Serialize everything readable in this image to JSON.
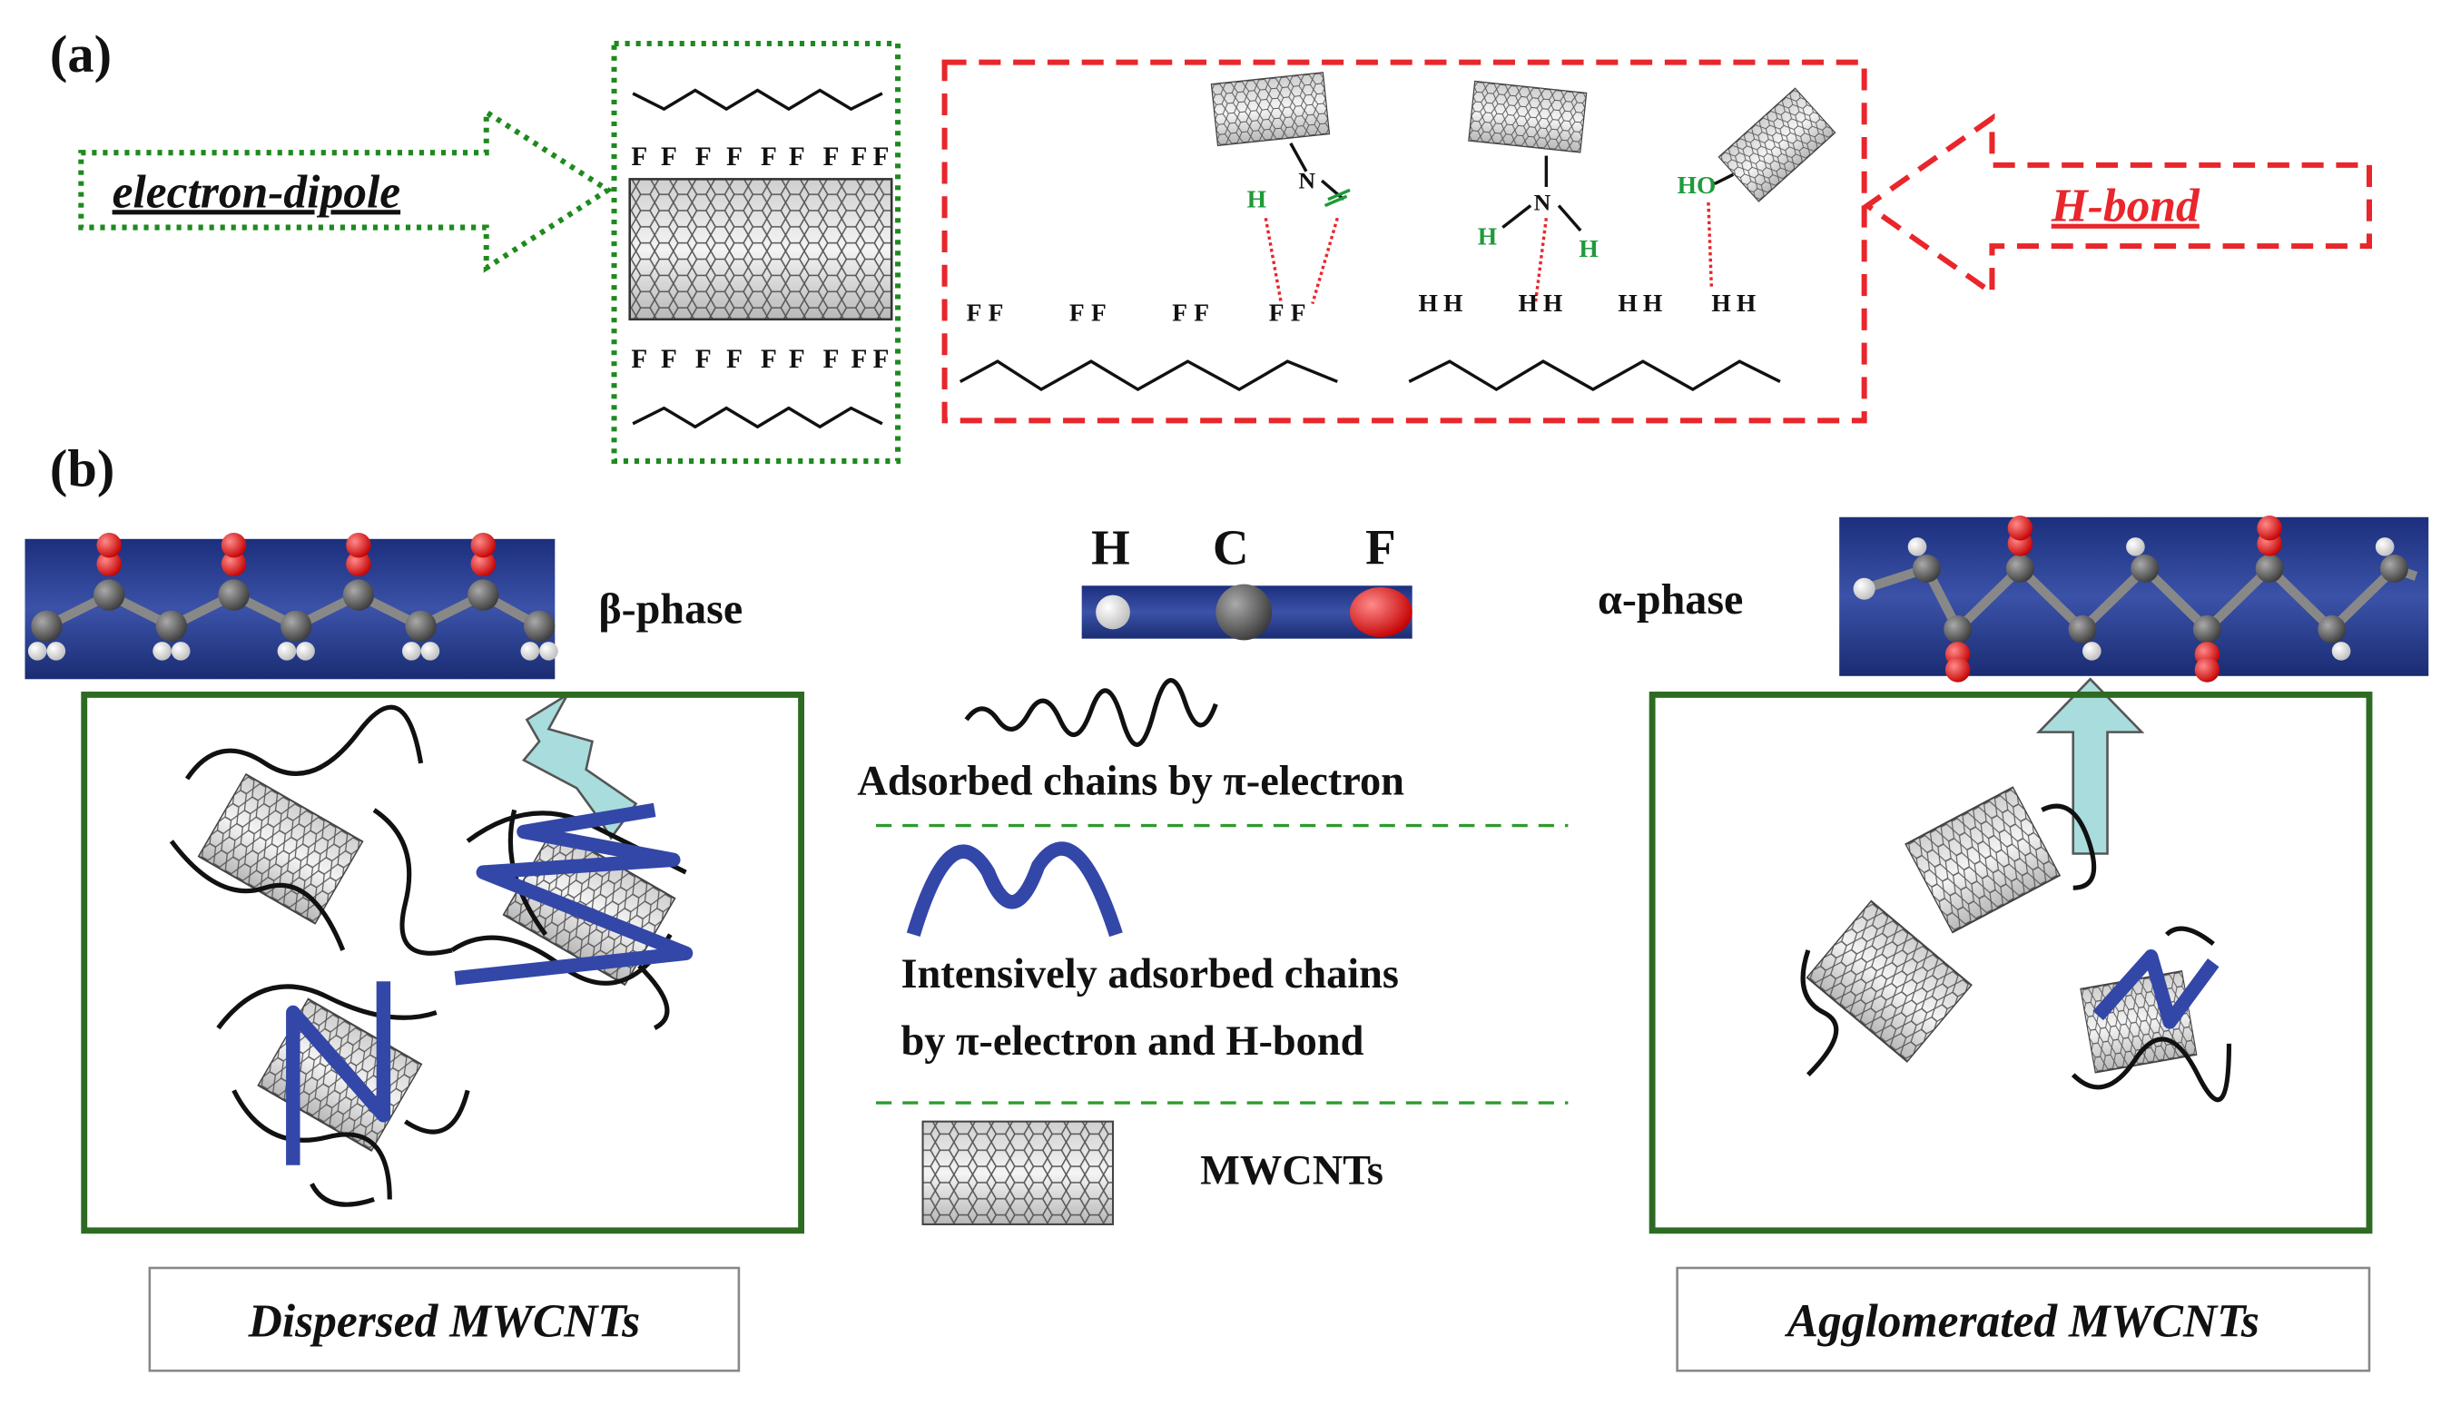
{
  "panel_a": {
    "label": "(a)",
    "left_arrow_text": "electron-dipole",
    "right_arrow_text": "H-bond",
    "f_row_top": [
      "F",
      "F",
      "F",
      "F",
      "F",
      "F",
      "F",
      "F",
      "F"
    ],
    "f_row_bottom": [
      "F",
      "F",
      "F",
      "F",
      "F",
      "F",
      "F",
      "F",
      "F"
    ],
    "pvdf_atoms": [
      "F",
      "F"
    ],
    "pvdf_h_atoms": [
      "H",
      "H"
    ],
    "amide_atoms": {
      "h": "H",
      "n": "N"
    },
    "amine_atoms": {
      "n": "N",
      "h1": "H",
      "h2": "H"
    },
    "hydroxyl": "HO"
  },
  "panel_b": {
    "label": "(b)",
    "beta_phase": "β-phase",
    "alpha_phase": "α-phase",
    "legend_atoms": [
      "H",
      "C",
      "F"
    ],
    "legend_adsorbed": "Adsorbed chains by π-electron",
    "legend_intensive_line1": "Intensively adsorbed chains",
    "legend_intensive_line2": "by π-electron and H-bond",
    "legend_mwcnts": "MWCNTs",
    "caption_left": "Dispersed MWCNTs",
    "caption_right": "Agglomerated MWCNTs"
  },
  "colors": {
    "green_dotted": "#1e8a1e",
    "red_dashed": "#e8262b",
    "box_green": "#2e6b22",
    "blue_chain": "#3347a8",
    "arrow_fill": "#a9dcdc",
    "hbond_green": "#1f9a3a",
    "phase_bg": "#2b3f8f"
  }
}
